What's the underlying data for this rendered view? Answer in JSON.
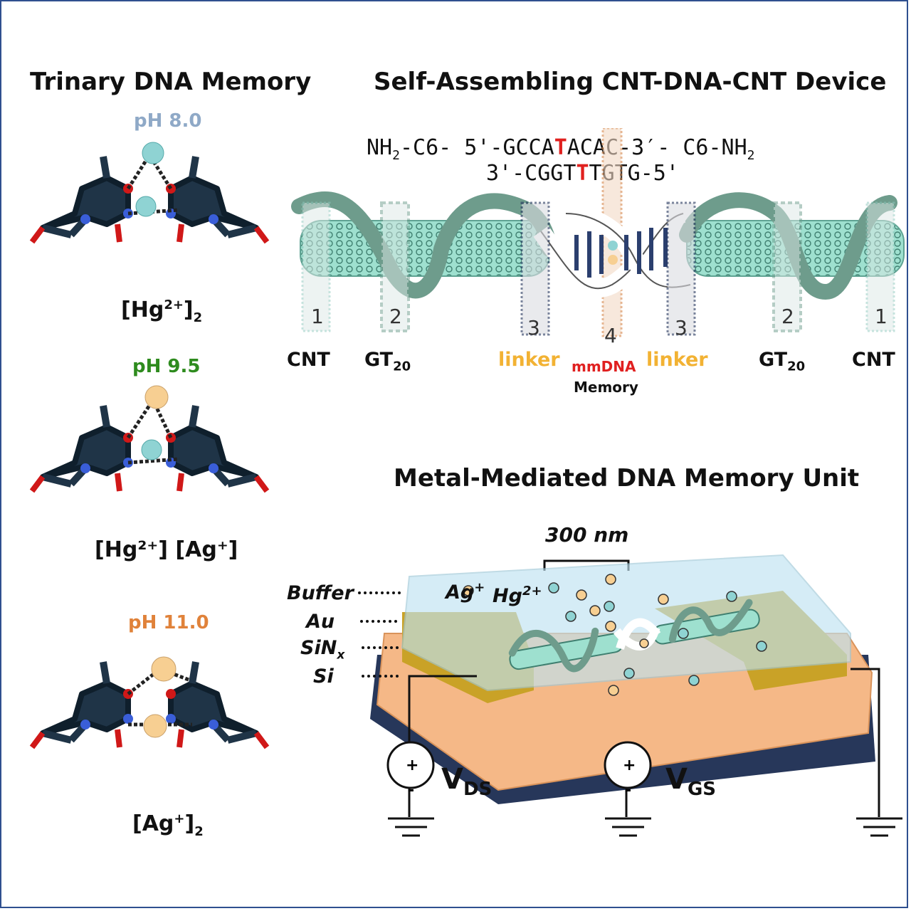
{
  "left": {
    "title": "Trinary DNA Memory",
    "states": [
      {
        "ph": "pH 8.0",
        "ph_color": "#8fa9c7",
        "label_base1": "Hg",
        "label_sup1": "2+",
        "label_tail": "]",
        "label_sub": "2"
      },
      {
        "ph": "pH 9.5",
        "ph_color": "#2e8b1e",
        "label": "[Hg²⁺] [Ag⁺]"
      },
      {
        "ph": "pH 11.0",
        "ph_color": "#e0823a",
        "label_base1": "Ag",
        "label_sup1": "+",
        "label_tail": "]",
        "label_sub": "2"
      }
    ]
  },
  "device": {
    "title": "Self-Assembling CNT-DNA-CNT Device",
    "seq_top_a": "NH",
    "seq_top_sub": "2",
    "seq_top_b": "-C6- 5'-GCCA",
    "seq_top_mismatch": "T",
    "seq_top_c": "ACAC-3′- C6-NH",
    "seq_top_sub2": "2",
    "seq_bottom_a": "3'-CGGT",
    "seq_bottom_mismatch": "T",
    "seq_bottom_b": "TGTG-5'",
    "region_numbers": [
      "1",
      "2",
      "3",
      "4",
      "3",
      "2",
      "1"
    ],
    "labels": {
      "cnt": "CNT",
      "gt": "GT",
      "gt_sub": "20",
      "linker": "linker",
      "mmdna": "mmDNA",
      "memory": "Memory"
    }
  },
  "unit": {
    "title": "Metal-Mediated DNA Memory Unit",
    "scale": "300 nm",
    "ion_ag": "Ag",
    "ion_ag_sup": "+",
    "ion_hg": "Hg",
    "ion_hg_sup": "2+",
    "layers": [
      "Buffer",
      "Au",
      "SiN",
      "Si"
    ],
    "layer_sinx_sub": "x",
    "vds": "V",
    "vds_sub": "DS",
    "vgs": "V",
    "vgs_sub": "GS",
    "plus": "+",
    "minus": "-"
  },
  "colors": {
    "cyan_ion": "#8fd3d3",
    "orange_ion": "#f7cf92",
    "cnt": "#9ee0cf",
    "helix": "#6e9c8c",
    "gold": "#c9a227",
    "substrate": "#f5b887",
    "si": "#27375a",
    "frame": "#2f4f8f"
  }
}
